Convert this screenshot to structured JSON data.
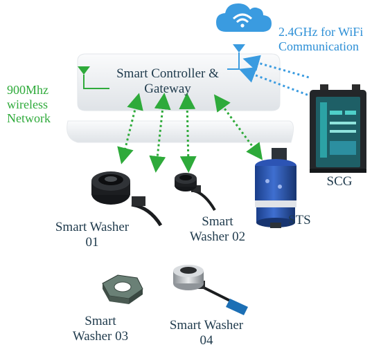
{
  "gateway": {
    "line1": "Smart Controller &",
    "line2": "Gateway"
  },
  "wireless_900": {
    "line1": "900Mhz",
    "line2": "wireless",
    "line3": "Network"
  },
  "wifi": {
    "line1": "2.4GHz for WiFi",
    "line2": "Communication"
  },
  "scg": {
    "label": "SCG"
  },
  "sts": {
    "label": "STS"
  },
  "washer01": {
    "line1": "Smart Washer",
    "line2": "01"
  },
  "washer02": {
    "line1": "Smart",
    "line2": "Washer 02"
  },
  "washer03": {
    "line1": "Smart",
    "line2": "Washer 03"
  },
  "washer04": {
    "line1": "Smart Washer",
    "line2": "04"
  },
  "colors": {
    "green": "#2eaa3a",
    "blue": "#2c8fd6",
    "cloud": "#3a9be0",
    "text": "#1f3a4c"
  }
}
